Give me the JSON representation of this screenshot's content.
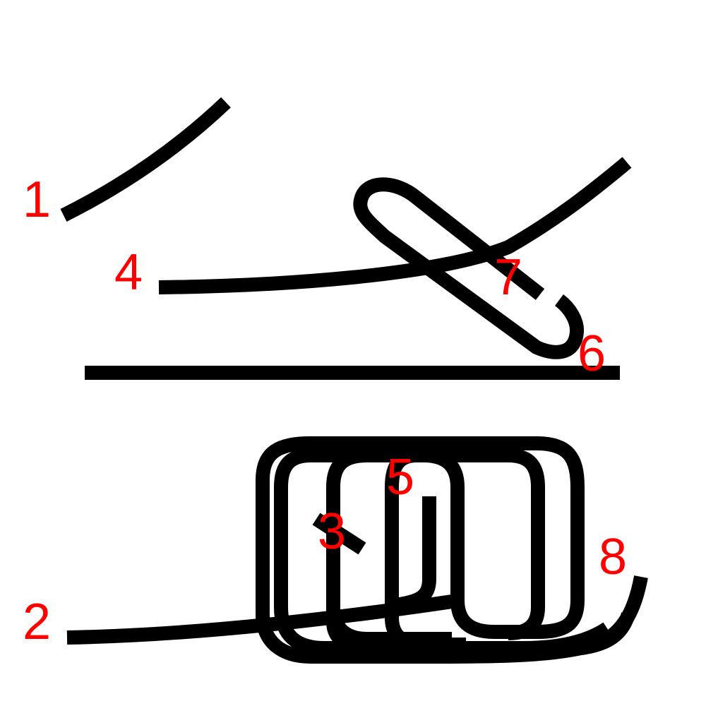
{
  "diagram": {
    "colors": {
      "stroke": "#000000",
      "label": "#ff0000",
      "background": "#ffffff"
    },
    "labels": {
      "one": "1",
      "two": "2",
      "three": "3",
      "four": "4",
      "five": "5",
      "six": "6",
      "seven": "7",
      "eight": "8"
    }
  }
}
